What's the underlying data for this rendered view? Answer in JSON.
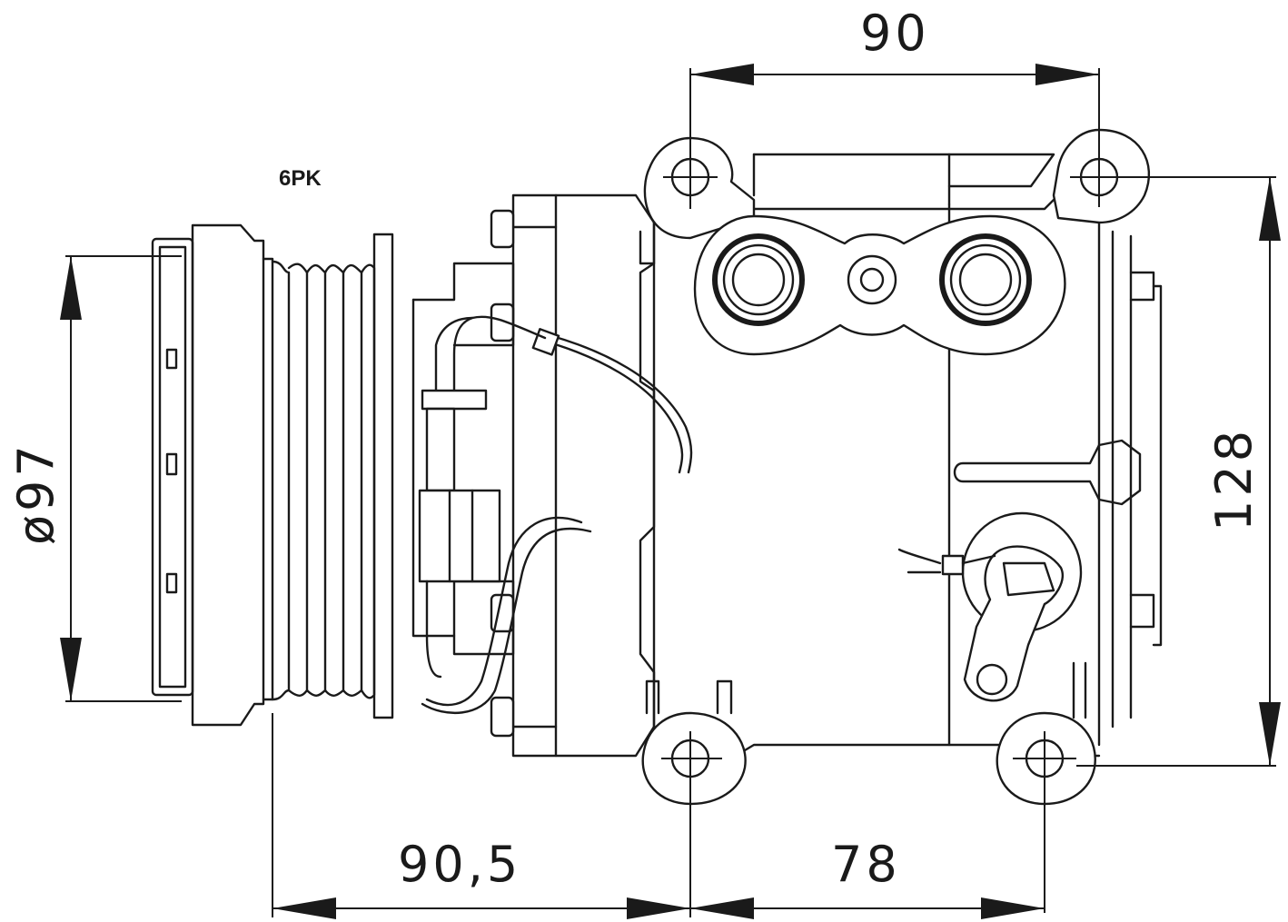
{
  "labels": {
    "belt": "6PK",
    "dia_pulley": "ø97",
    "width_top": "90",
    "height_right": "128",
    "offset_pulley": "90,5",
    "width_bottom": "78"
  },
  "colors": {
    "line": "#1a1a1a",
    "background": "#ffffff"
  }
}
